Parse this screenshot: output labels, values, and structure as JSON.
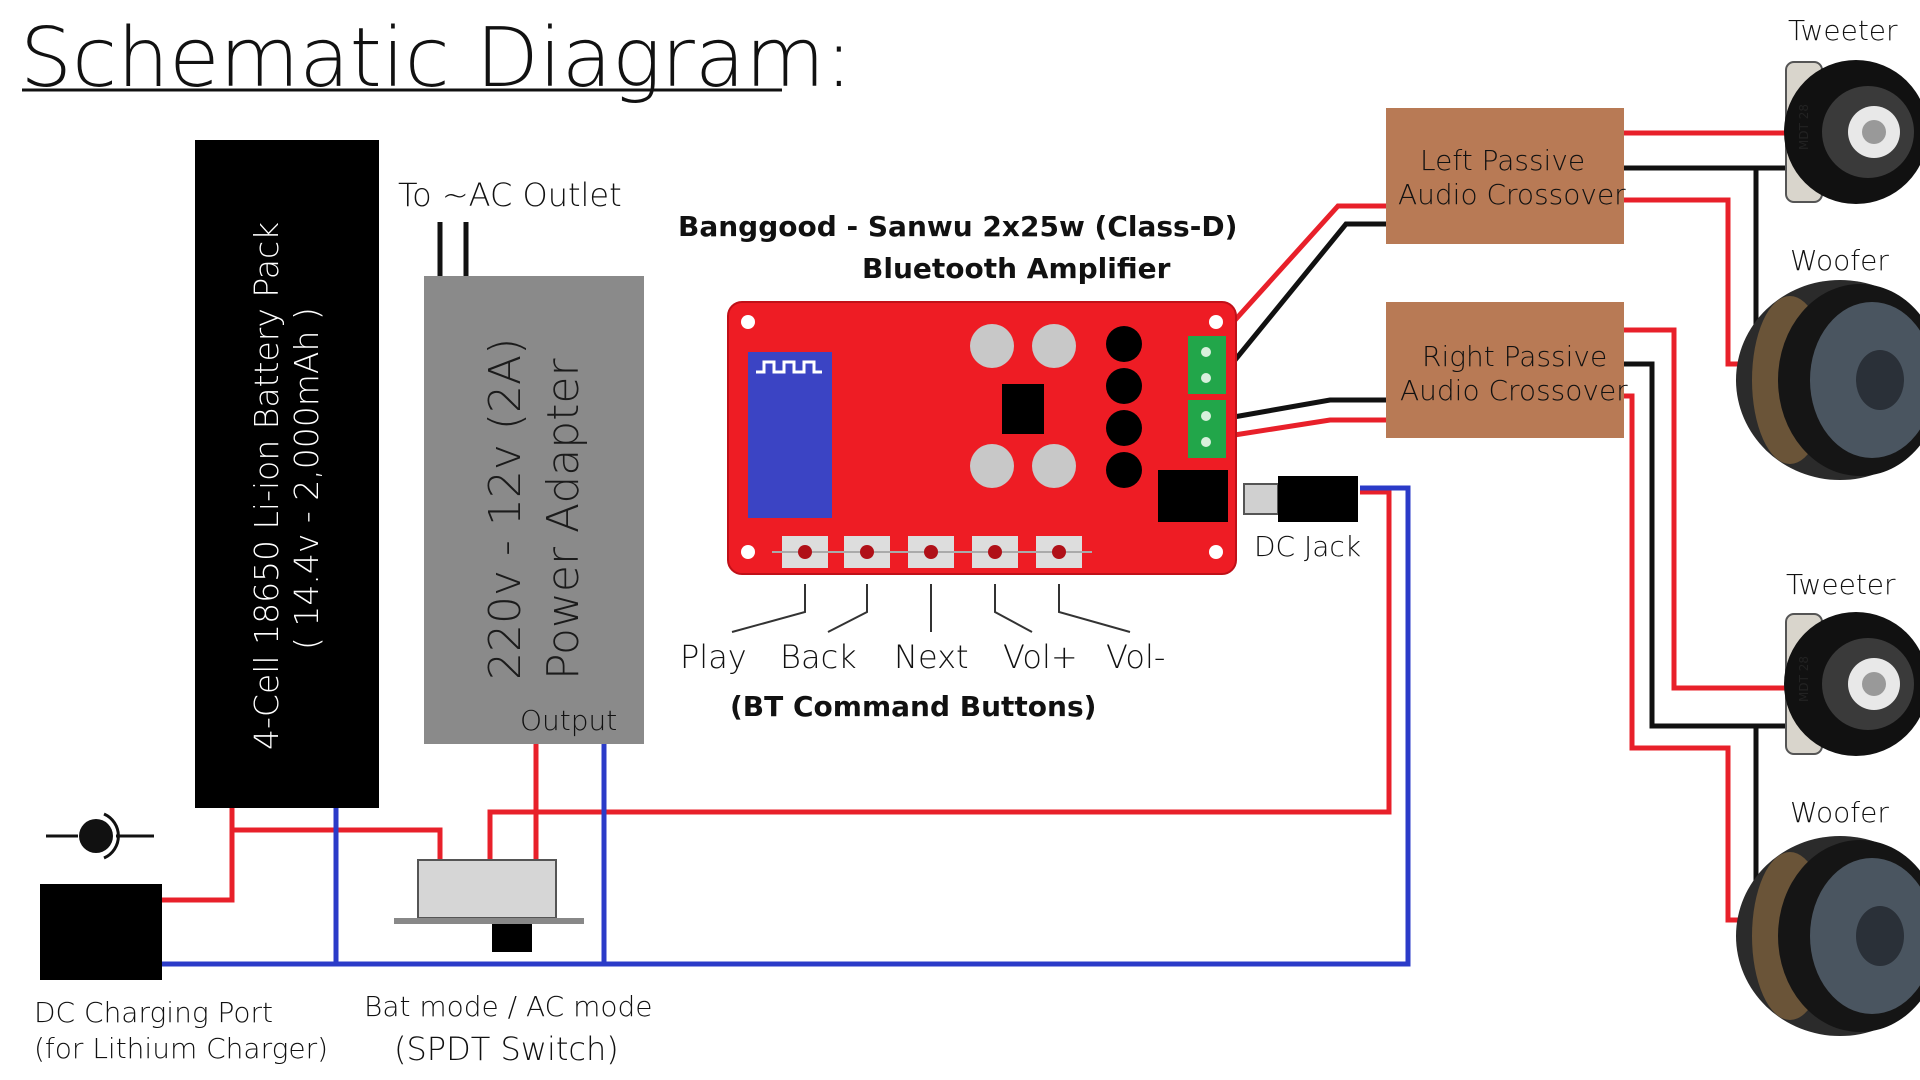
{
  "title": "Schematic Diagram:",
  "battery": {
    "line1": "4-Cell 18650 Li-ion Battery Pack",
    "line2": "( 14.4v - 2,000mAh )"
  },
  "ac_outlet_label": "To ~AC Outlet",
  "adapter": {
    "line1": "220v - 12v (2A)",
    "line2": "Power Adapter",
    "output_label": "Output"
  },
  "amplifier": {
    "title_line1": "Banggood - Sanwu 2x25w (Class-D)",
    "title_line2": "Bluetooth Amplifier"
  },
  "buttons": {
    "labels": [
      "Play",
      "Back",
      "Next",
      "Vol+",
      "Vol-"
    ],
    "caption": "(BT Command Buttons)"
  },
  "dc_jack_label": "DC Jack",
  "crossovers": {
    "left_line1": "Left Passive",
    "left_line2": "Audio Crossover",
    "right_line1": "Right Passive",
    "right_line2": "Audio Crossover"
  },
  "speakers": {
    "tweeter_top": "Tweeter",
    "woofer_top": "Woofer",
    "tweeter_bottom": "Tweeter",
    "woofer_bottom": "Woofer",
    "tweeter_face_text": "MDT 28"
  },
  "charging_port": {
    "line1": "DC Charging Port",
    "line2": "(for Lithium Charger)"
  },
  "switch": {
    "line1": "Bat mode / AC mode",
    "line2": "(SPDT Switch)"
  },
  "colors": {
    "wire_positive": "#e8202a",
    "wire_negative": "#2b3bc8",
    "wire_signal": "#111111",
    "amp_board": "#ee1c24",
    "bt_module": "#3b44c4",
    "crossover": "#b87a55",
    "terminal": "#22a64a",
    "adapter": "#8a8a8a"
  }
}
